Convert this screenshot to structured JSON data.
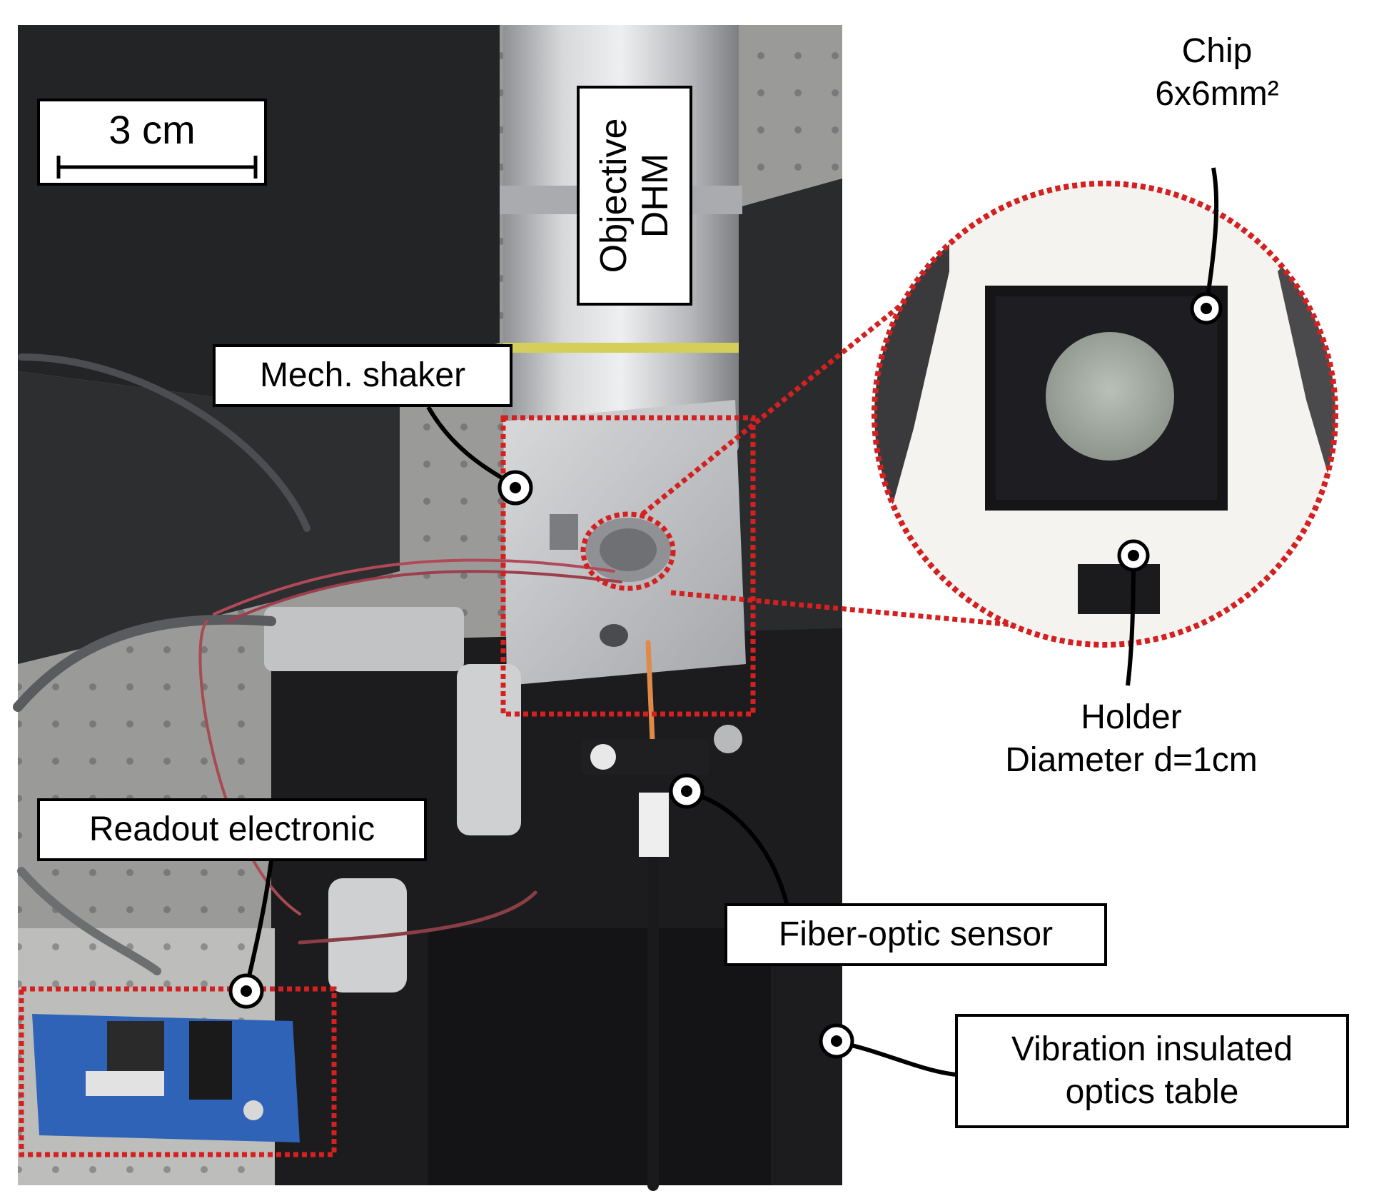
{
  "scale_bar": {
    "label": "3 cm"
  },
  "labels": {
    "objective": {
      "line1": "Objective",
      "line2": "DHM"
    },
    "mech_shaker": "Mech. shaker",
    "chip": {
      "line1": "Chip",
      "line2": "6x6mm²"
    },
    "holder": {
      "line1": "Holder",
      "line2": "Diameter d=1cm"
    },
    "readout": "Readout electronic",
    "fiber_sensor": "Fiber-optic sensor",
    "optics_table": {
      "line1": "Vibration insulated",
      "line2": "optics table"
    }
  },
  "colors": {
    "highlight": "#d42020",
    "photo_dark": "#1c1c1e",
    "breadboard": "#b9bab6",
    "aluminium": "#c8c9cb"
  }
}
